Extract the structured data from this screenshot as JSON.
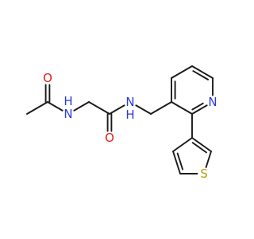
{
  "molecule": {
    "atoms": [
      {
        "id": "me",
        "element": "C",
        "label": ""
      },
      {
        "id": "c1",
        "element": "C",
        "label": ""
      },
      {
        "id": "o1",
        "element": "O",
        "label": "O"
      },
      {
        "id": "n1",
        "element": "N",
        "label": "H\nN"
      },
      {
        "id": "c2",
        "element": "C",
        "label": ""
      },
      {
        "id": "c3",
        "element": "C",
        "label": ""
      },
      {
        "id": "o2",
        "element": "O",
        "label": "O"
      },
      {
        "id": "n2",
        "element": "N",
        "label": "N\nH"
      },
      {
        "id": "c4",
        "element": "C",
        "label": ""
      },
      {
        "id": "p3",
        "element": "C",
        "label": ""
      },
      {
        "id": "p4",
        "element": "C",
        "label": ""
      },
      {
        "id": "p5",
        "element": "C",
        "label": ""
      },
      {
        "id": "p6",
        "element": "C",
        "label": ""
      },
      {
        "id": "pn",
        "element": "N",
        "label": "N"
      },
      {
        "id": "p2",
        "element": "C",
        "label": ""
      },
      {
        "id": "t3",
        "element": "C",
        "label": ""
      },
      {
        "id": "t2",
        "element": "C",
        "label": ""
      },
      {
        "id": "ts",
        "element": "S",
        "label": "S"
      },
      {
        "id": "t5",
        "element": "C",
        "label": ""
      },
      {
        "id": "t4",
        "element": "C",
        "label": ""
      }
    ],
    "bonds": [
      {
        "a": "me",
        "b": "c1",
        "order": 1
      },
      {
        "a": "c1",
        "b": "o1",
        "order": 2
      },
      {
        "a": "c1",
        "b": "n1",
        "order": 1
      },
      {
        "a": "n1",
        "b": "c2",
        "order": 1
      },
      {
        "a": "c2",
        "b": "c3",
        "order": 1
      },
      {
        "a": "c3",
        "b": "o2",
        "order": 2
      },
      {
        "a": "c3",
        "b": "n2",
        "order": 1
      },
      {
        "a": "n2",
        "b": "c4",
        "order": 1
      },
      {
        "a": "c4",
        "b": "p3",
        "order": 1
      },
      {
        "a": "p3",
        "b": "p4",
        "order": 2
      },
      {
        "a": "p4",
        "b": "p5",
        "order": 1
      },
      {
        "a": "p5",
        "b": "p6",
        "order": 2
      },
      {
        "a": "p6",
        "b": "pn",
        "order": 1
      },
      {
        "a": "pn",
        "b": "p2",
        "order": 2
      },
      {
        "a": "p2",
        "b": "p3",
        "order": 1
      },
      {
        "a": "p2",
        "b": "t3",
        "order": 1
      },
      {
        "a": "t3",
        "b": "t2",
        "order": 2
      },
      {
        "a": "t2",
        "b": "ts",
        "order": 1
      },
      {
        "a": "ts",
        "b": "t5",
        "order": 1
      },
      {
        "a": "t5",
        "b": "t4",
        "order": 2
      },
      {
        "a": "t4",
        "b": "t3",
        "order": 1
      }
    ],
    "colors": {
      "C": "#1a1a1a",
      "N": "#2a3bd6",
      "O": "#e0201b",
      "S": "#b8a000"
    }
  }
}
